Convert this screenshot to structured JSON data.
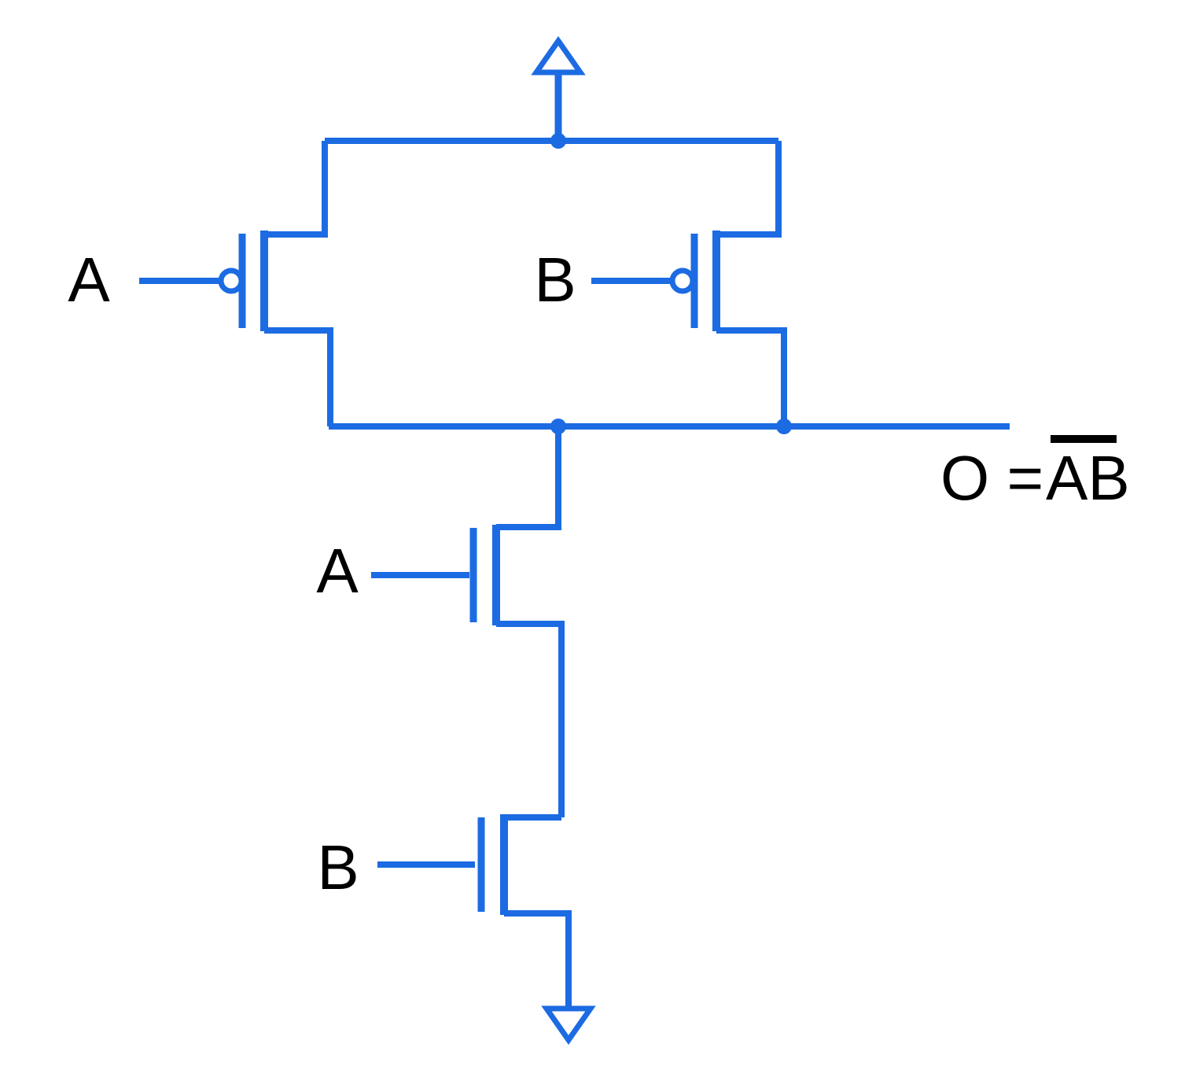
{
  "diagram_type": "cmos-nand-gate-schematic",
  "colors": {
    "wire": "#1C6BE2",
    "text": "#000000",
    "background": "#FFFFFF"
  },
  "icons": {
    "power_top": "up-arrow-power-icon",
    "ground_bottom": "down-arrow-ground-icon",
    "junction": "connection-dot",
    "inversion": "gate-bubble"
  },
  "transistors": [
    {
      "id": "pmos-a",
      "type": "PMOS",
      "gate": "A",
      "position": "pull-up-left"
    },
    {
      "id": "pmos-b",
      "type": "PMOS",
      "gate": "B",
      "position": "pull-up-right"
    },
    {
      "id": "nmos-a",
      "type": "NMOS",
      "gate": "A",
      "position": "pull-down-top"
    },
    {
      "id": "nmos-b",
      "type": "NMOS",
      "gate": "B",
      "position": "pull-down-bottom"
    }
  ],
  "output": {
    "prefix": "O =",
    "expression": "AB",
    "overline": true
  }
}
